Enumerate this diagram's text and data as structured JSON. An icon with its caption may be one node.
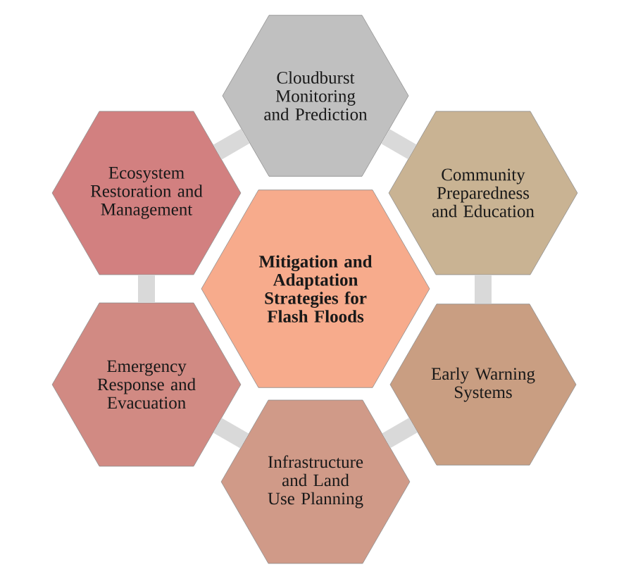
{
  "diagram": {
    "nodes": [
      {
        "text": [
          "Cloudburst Monitoring and Prediction"
        ]
      },
      {
        "text": [
          "Community Preparedness and Education"
        ]
      },
      {
        "text": [
          "Early Warning Systems"
        ]
      },
      {
        "text": [
          "Infrastructure and Land Use Planning"
        ]
      },
      {
        "text": [
          "Emergency Response and Evacuation"
        ]
      },
      {
        "text": [
          "Ecosystem Restoration and Management"
        ]
      },
      {
        "text": [
          "Mitigation and Adaptation Strategies for Flash Floods"
        ]
      }
    ],
    "edges": [
      {
        "from": 0,
        "to": 1,
        "arrow": "none"
      },
      {
        "from": 1,
        "to": 2,
        "arrow": "none"
      },
      {
        "from": 2,
        "to": 3,
        "arrow": "none"
      },
      {
        "from": 3,
        "to": 4,
        "arrow": "none"
      },
      {
        "from": 4,
        "to": 5,
        "arrow": "none"
      },
      {
        "from": 5,
        "to": 0,
        "arrow": "none"
      }
    ]
  }
}
